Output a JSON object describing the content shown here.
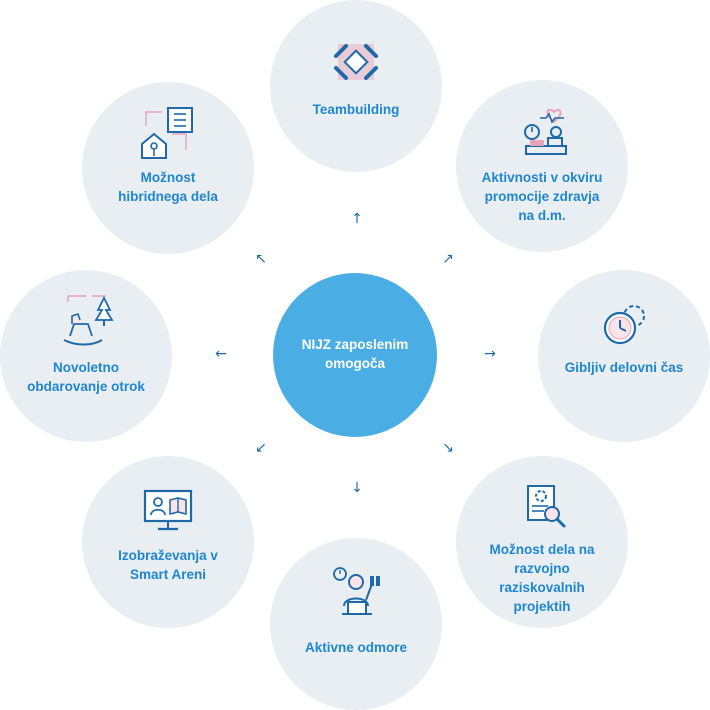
{
  "center": {
    "label": "NIJZ zaposlenim\nomogoča"
  },
  "nodes": [
    {
      "label": "Teambuilding",
      "icon": "handshake-puzzle-icon"
    },
    {
      "label": "Aktivnosti v okviru\npromocije zdravja\nna d.m.",
      "icon": "health-promotion-icon"
    },
    {
      "label": "Gibljiv delovni čas",
      "icon": "flexible-time-clock-icon"
    },
    {
      "label": "Možnost dela na\nrazvojno\nraziskovalnih\nprojektih",
      "icon": "research-document-icon"
    },
    {
      "label": "Aktivne odmore",
      "icon": "active-break-person-icon"
    },
    {
      "label": "Izobraževanja v\nSmart Areni",
      "icon": "online-education-monitor-icon"
    },
    {
      "label": "Novoletno\nobdarovanje otrok",
      "icon": "christmas-tree-rocking-horse-icon"
    },
    {
      "label": "Možnost\nhibridnega dela",
      "icon": "home-office-building-icon"
    }
  ],
  "arrows": [
    "↑",
    "↗",
    "→",
    "↘",
    "↓",
    "↙",
    "←",
    "↖"
  ],
  "colors": {
    "node_bg": "#e9eef2",
    "center_bg": "#4aaee5",
    "label": "#1f86d1",
    "icon_blue": "#1e6aa8",
    "icon_pink": "#e8a2b9"
  }
}
